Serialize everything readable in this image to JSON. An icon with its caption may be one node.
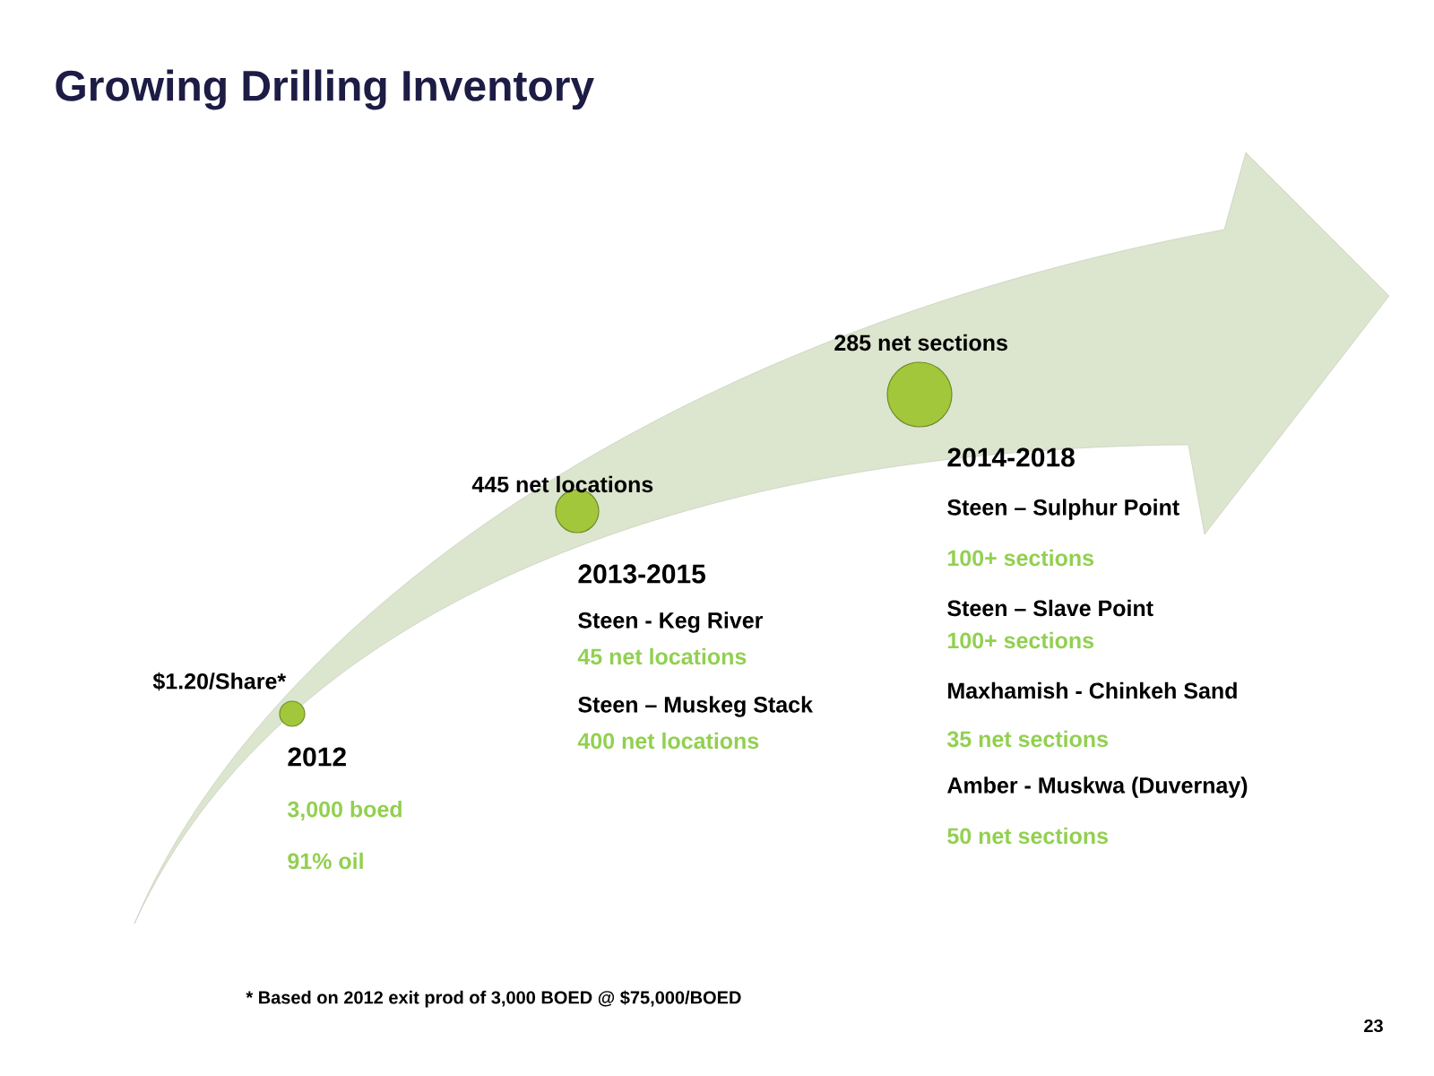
{
  "diagram": {
    "title": "Growing Drilling Inventory",
    "nodes": [
      {
        "text": [],
        "shape": "circle",
        "beside": [
          "$1.20/Share*",
          "2012",
          "3,000 boed",
          "91% oil"
        ]
      },
      {
        "text": [],
        "shape": "circle",
        "beside": [
          "445 net locations",
          "2013-2015",
          "Steen - Keg River",
          "45 net locations",
          "Steen – Muskeg Stack",
          "400 net locations"
        ]
      },
      {
        "text": [],
        "shape": "circle",
        "beside": [
          "285 net sections",
          "2014-2018",
          "Steen – Sulphur Point",
          "100+ sections",
          "Steen – Slave Point",
          "100+ sections",
          "Maxhamish - Chinkeh Sand",
          "35 net sections",
          "Amber - Muskwa (Duvernay)",
          "50 net sections"
        ]
      }
    ],
    "labels": [
      "* Based on 2012 exit prod of  3,000 BOED @ $75,000/BOED",
      "23"
    ]
  }
}
